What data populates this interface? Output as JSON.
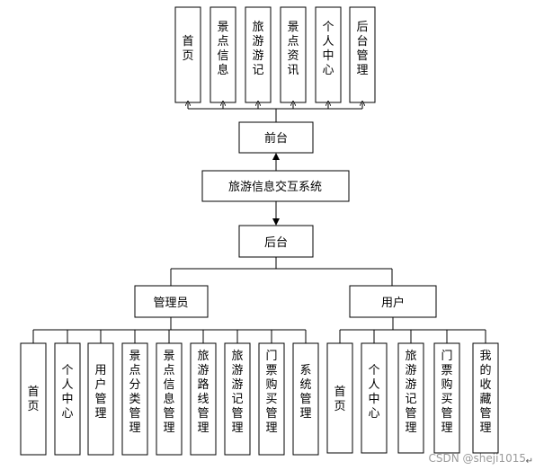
{
  "system": {
    "title": "旅游信息交互系统"
  },
  "front": {
    "title": "前台",
    "modules": [
      "首页",
      "景点信息",
      "旅游游记",
      "景点资讯",
      "个人中心",
      "后台管理"
    ]
  },
  "back": {
    "title": "后台",
    "admin": {
      "title": "管理员",
      "modules": [
        "首页",
        "个人中心",
        "用户管理",
        "景点分类管理",
        "景点信息管理",
        "旅游路线管理",
        "旅游游记管理",
        "门票购买管理",
        "系统管理"
      ]
    },
    "user": {
      "title": "用户",
      "modules": [
        "首页",
        "个人中心",
        "旅游游记管理",
        "门票购买管理",
        "我的收藏管理"
      ]
    }
  },
  "watermark": "CSDN @sheji1015",
  "watermark_mark": "↵"
}
